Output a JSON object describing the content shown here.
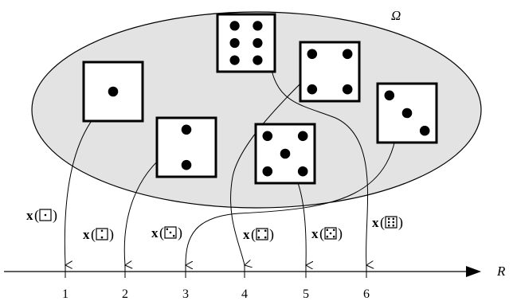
{
  "diagram": {
    "sample_space_label": "Ω",
    "axis_label": "R",
    "axis_ticks": [
      "1",
      "2",
      "3",
      "4",
      "5",
      "6"
    ],
    "mapping_label_prefix": "x",
    "dice_faces": [
      1,
      2,
      3,
      4,
      5,
      6
    ],
    "mappings": [
      {
        "face": 1,
        "value": "1"
      },
      {
        "face": 2,
        "value": "2"
      },
      {
        "face": 3,
        "value": "3"
      },
      {
        "face": 4,
        "value": "4"
      },
      {
        "face": 5,
        "value": "5"
      },
      {
        "face": 6,
        "value": "6"
      }
    ],
    "colors": {
      "ellipse_fill": "#e3e3e3",
      "stroke": "#000000",
      "die_fill": "#ffffff"
    }
  }
}
